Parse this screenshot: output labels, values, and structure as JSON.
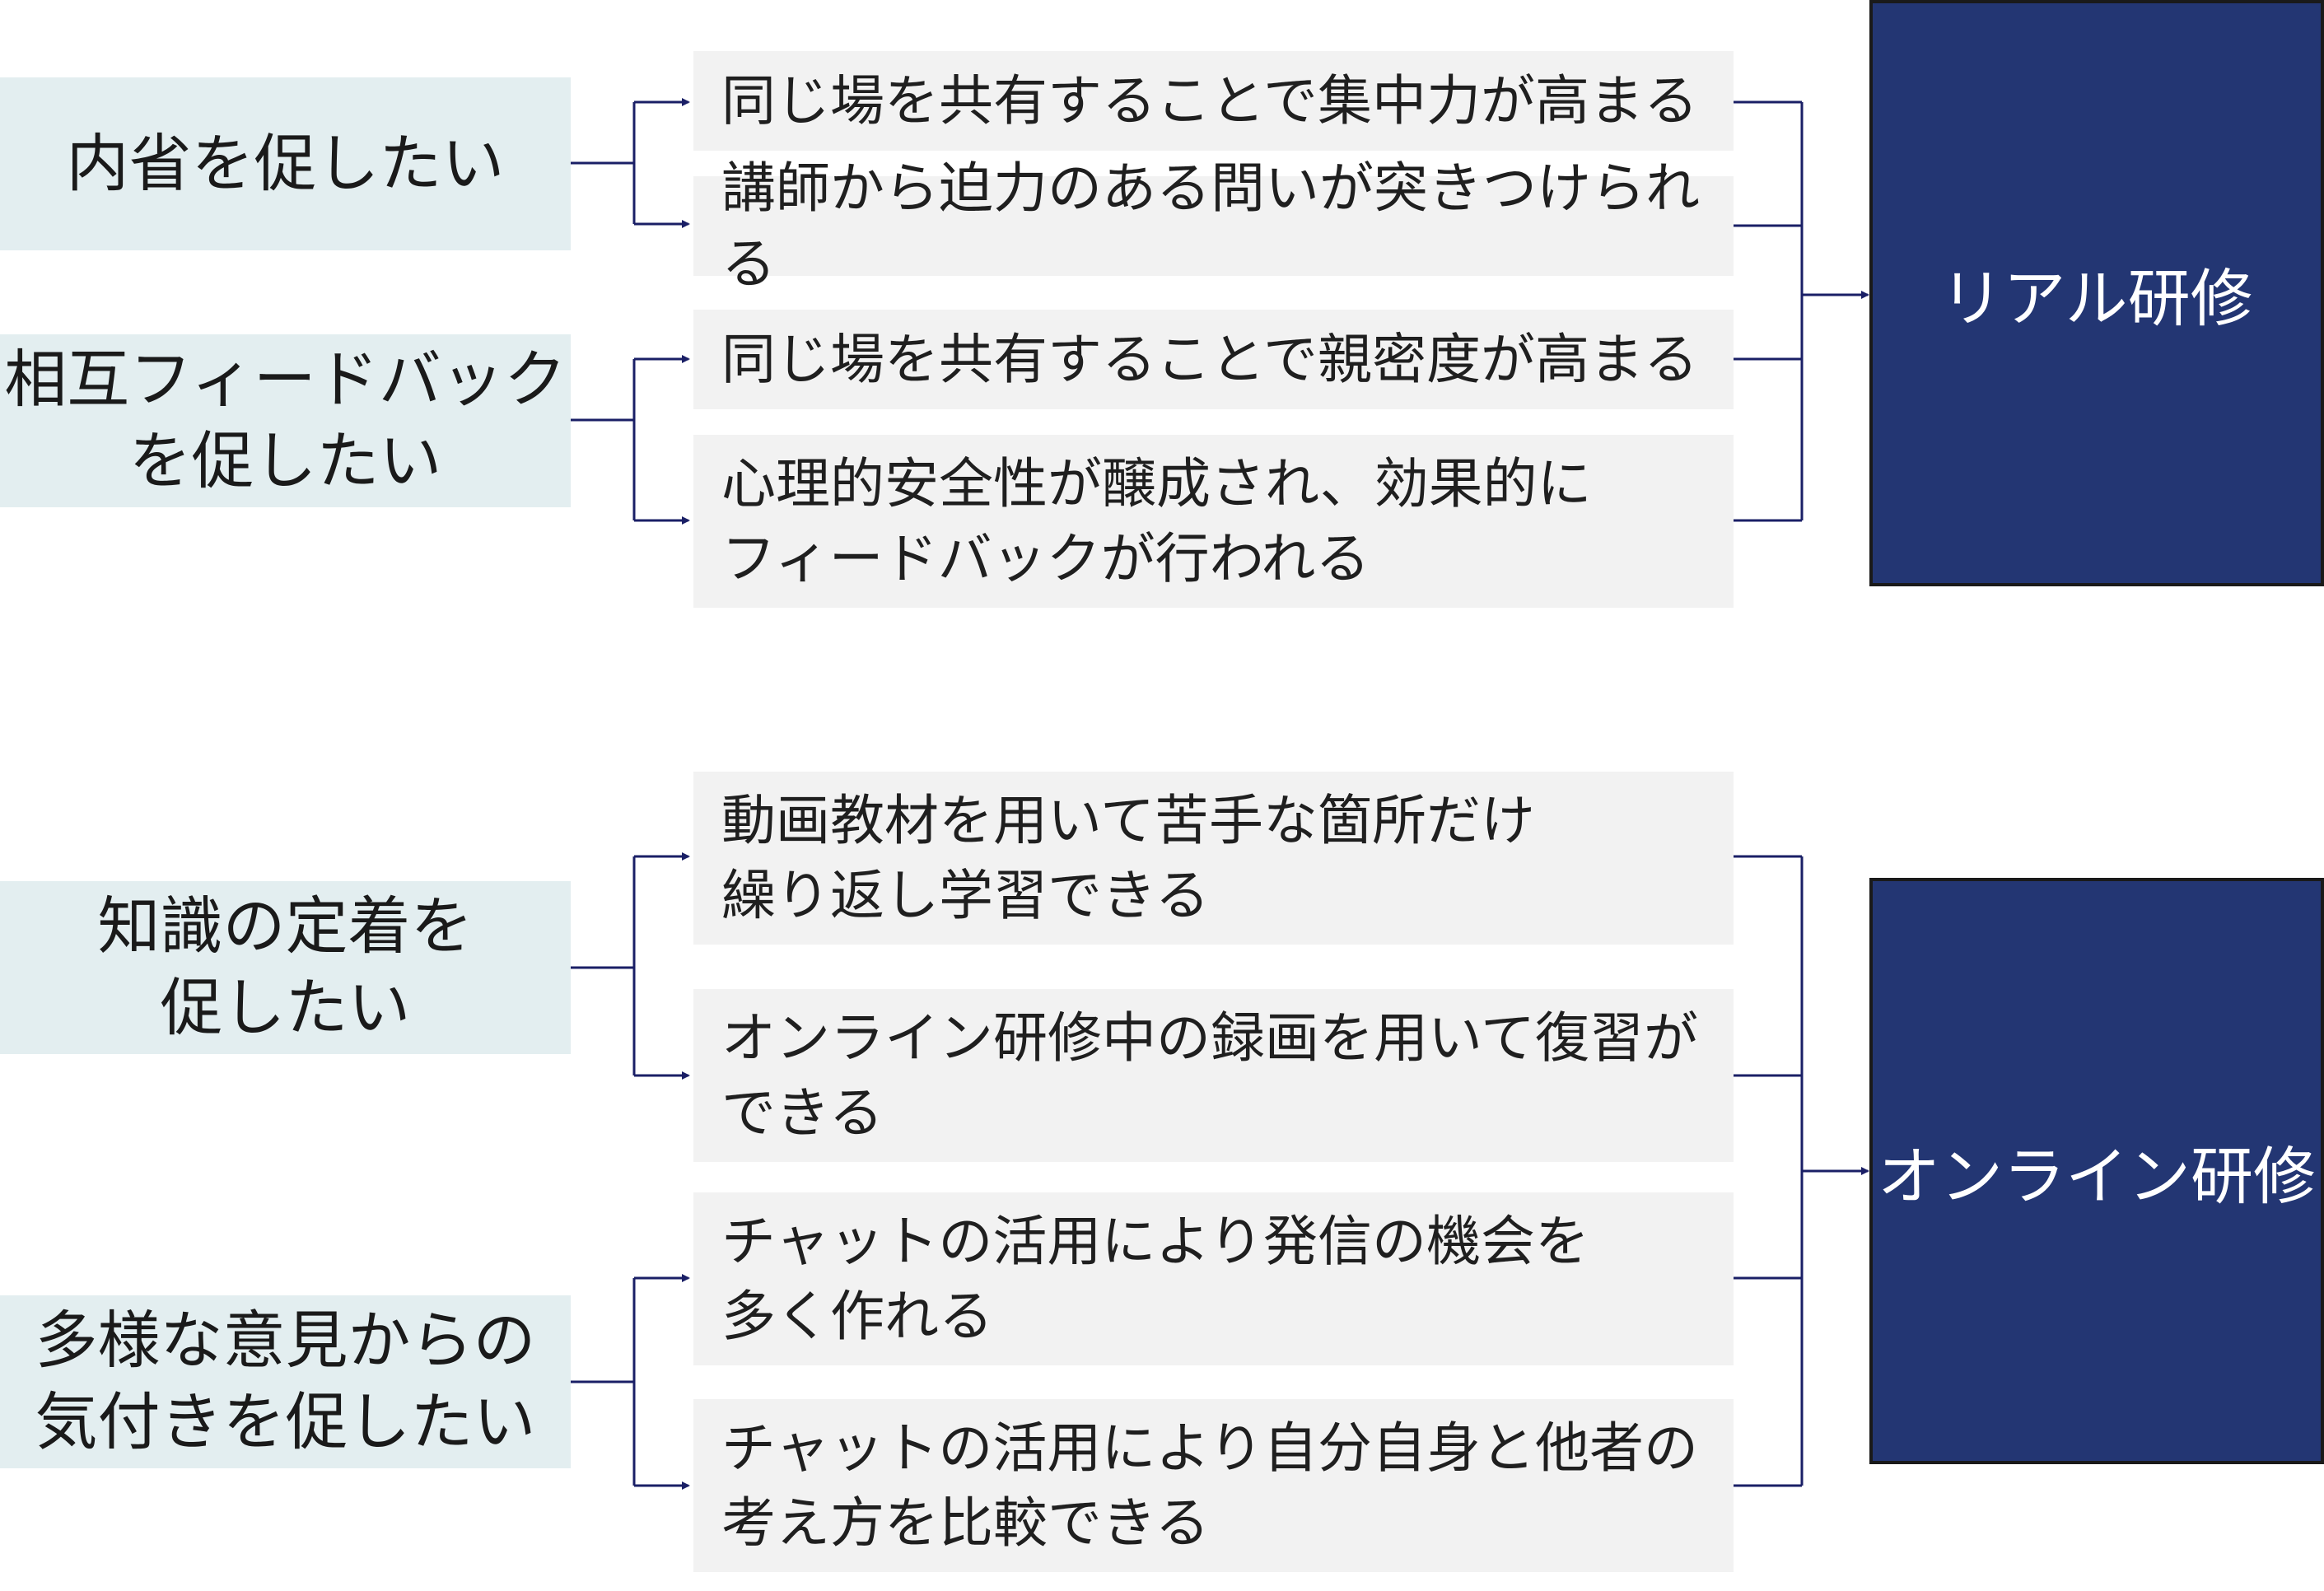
{
  "colors": {
    "goal_fill": "#e3eef0",
    "item_fill": "#f2f2f2",
    "target_fill": "#233673",
    "connector": "#1a1f66"
  },
  "real": {
    "target": "リアル研修",
    "goals": [
      "内省を促したい",
      "相互フィードバック\nを促したい"
    ],
    "items": [
      "同じ場を共有することで集中力が高まる",
      "講師から迫力のある問いが突きつけられる",
      "同じ場を共有することで親密度が高まる",
      "心理的安全性が醸成され、効果的に\nフィードバックが行われる"
    ]
  },
  "online": {
    "target": "オンライン研修",
    "goals": [
      "知識の定着を\n促したい",
      "多様な意見からの\n気付きを促したい"
    ],
    "items": [
      "動画教材を用いて苦手な箇所だけ\n繰り返し学習できる",
      "オンライン研修中の録画を用いて復習が\nできる",
      "チャットの活用により発信の機会を\n多く作れる",
      "チャットの活用により自分自身と他者の\n考え方を比較できる"
    ]
  }
}
